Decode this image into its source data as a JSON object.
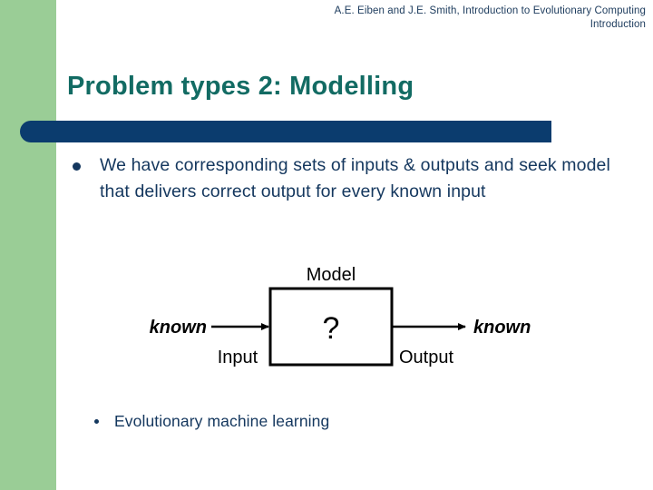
{
  "header": {
    "line1": "A.E. Eiben and J.E. Smith, Introduction to Evolutionary Computing",
    "line2": "Introduction"
  },
  "title": "Problem types 2: Modelling",
  "bullets": [
    {
      "marker": "disc",
      "text": "We have corresponding sets of inputs & outputs and seek model that delivers correct output for every known input"
    },
    {
      "marker": "disc-small",
      "text": "Evolutionary machine learning"
    }
  ],
  "diagram": {
    "model_label": "Model",
    "box_content": "?",
    "input_known_label": "known",
    "input_label": "Input",
    "output_label": "Output",
    "output_known_label": "known"
  },
  "colors": {
    "green_band": "#9acd96",
    "title_teal": "#126b63",
    "divider_navy": "#0b3c6e",
    "body_navy": "#14375e",
    "header_navy": "#1b3a5c",
    "diagram_black": "#000000",
    "panel_white": "#ffffff"
  }
}
